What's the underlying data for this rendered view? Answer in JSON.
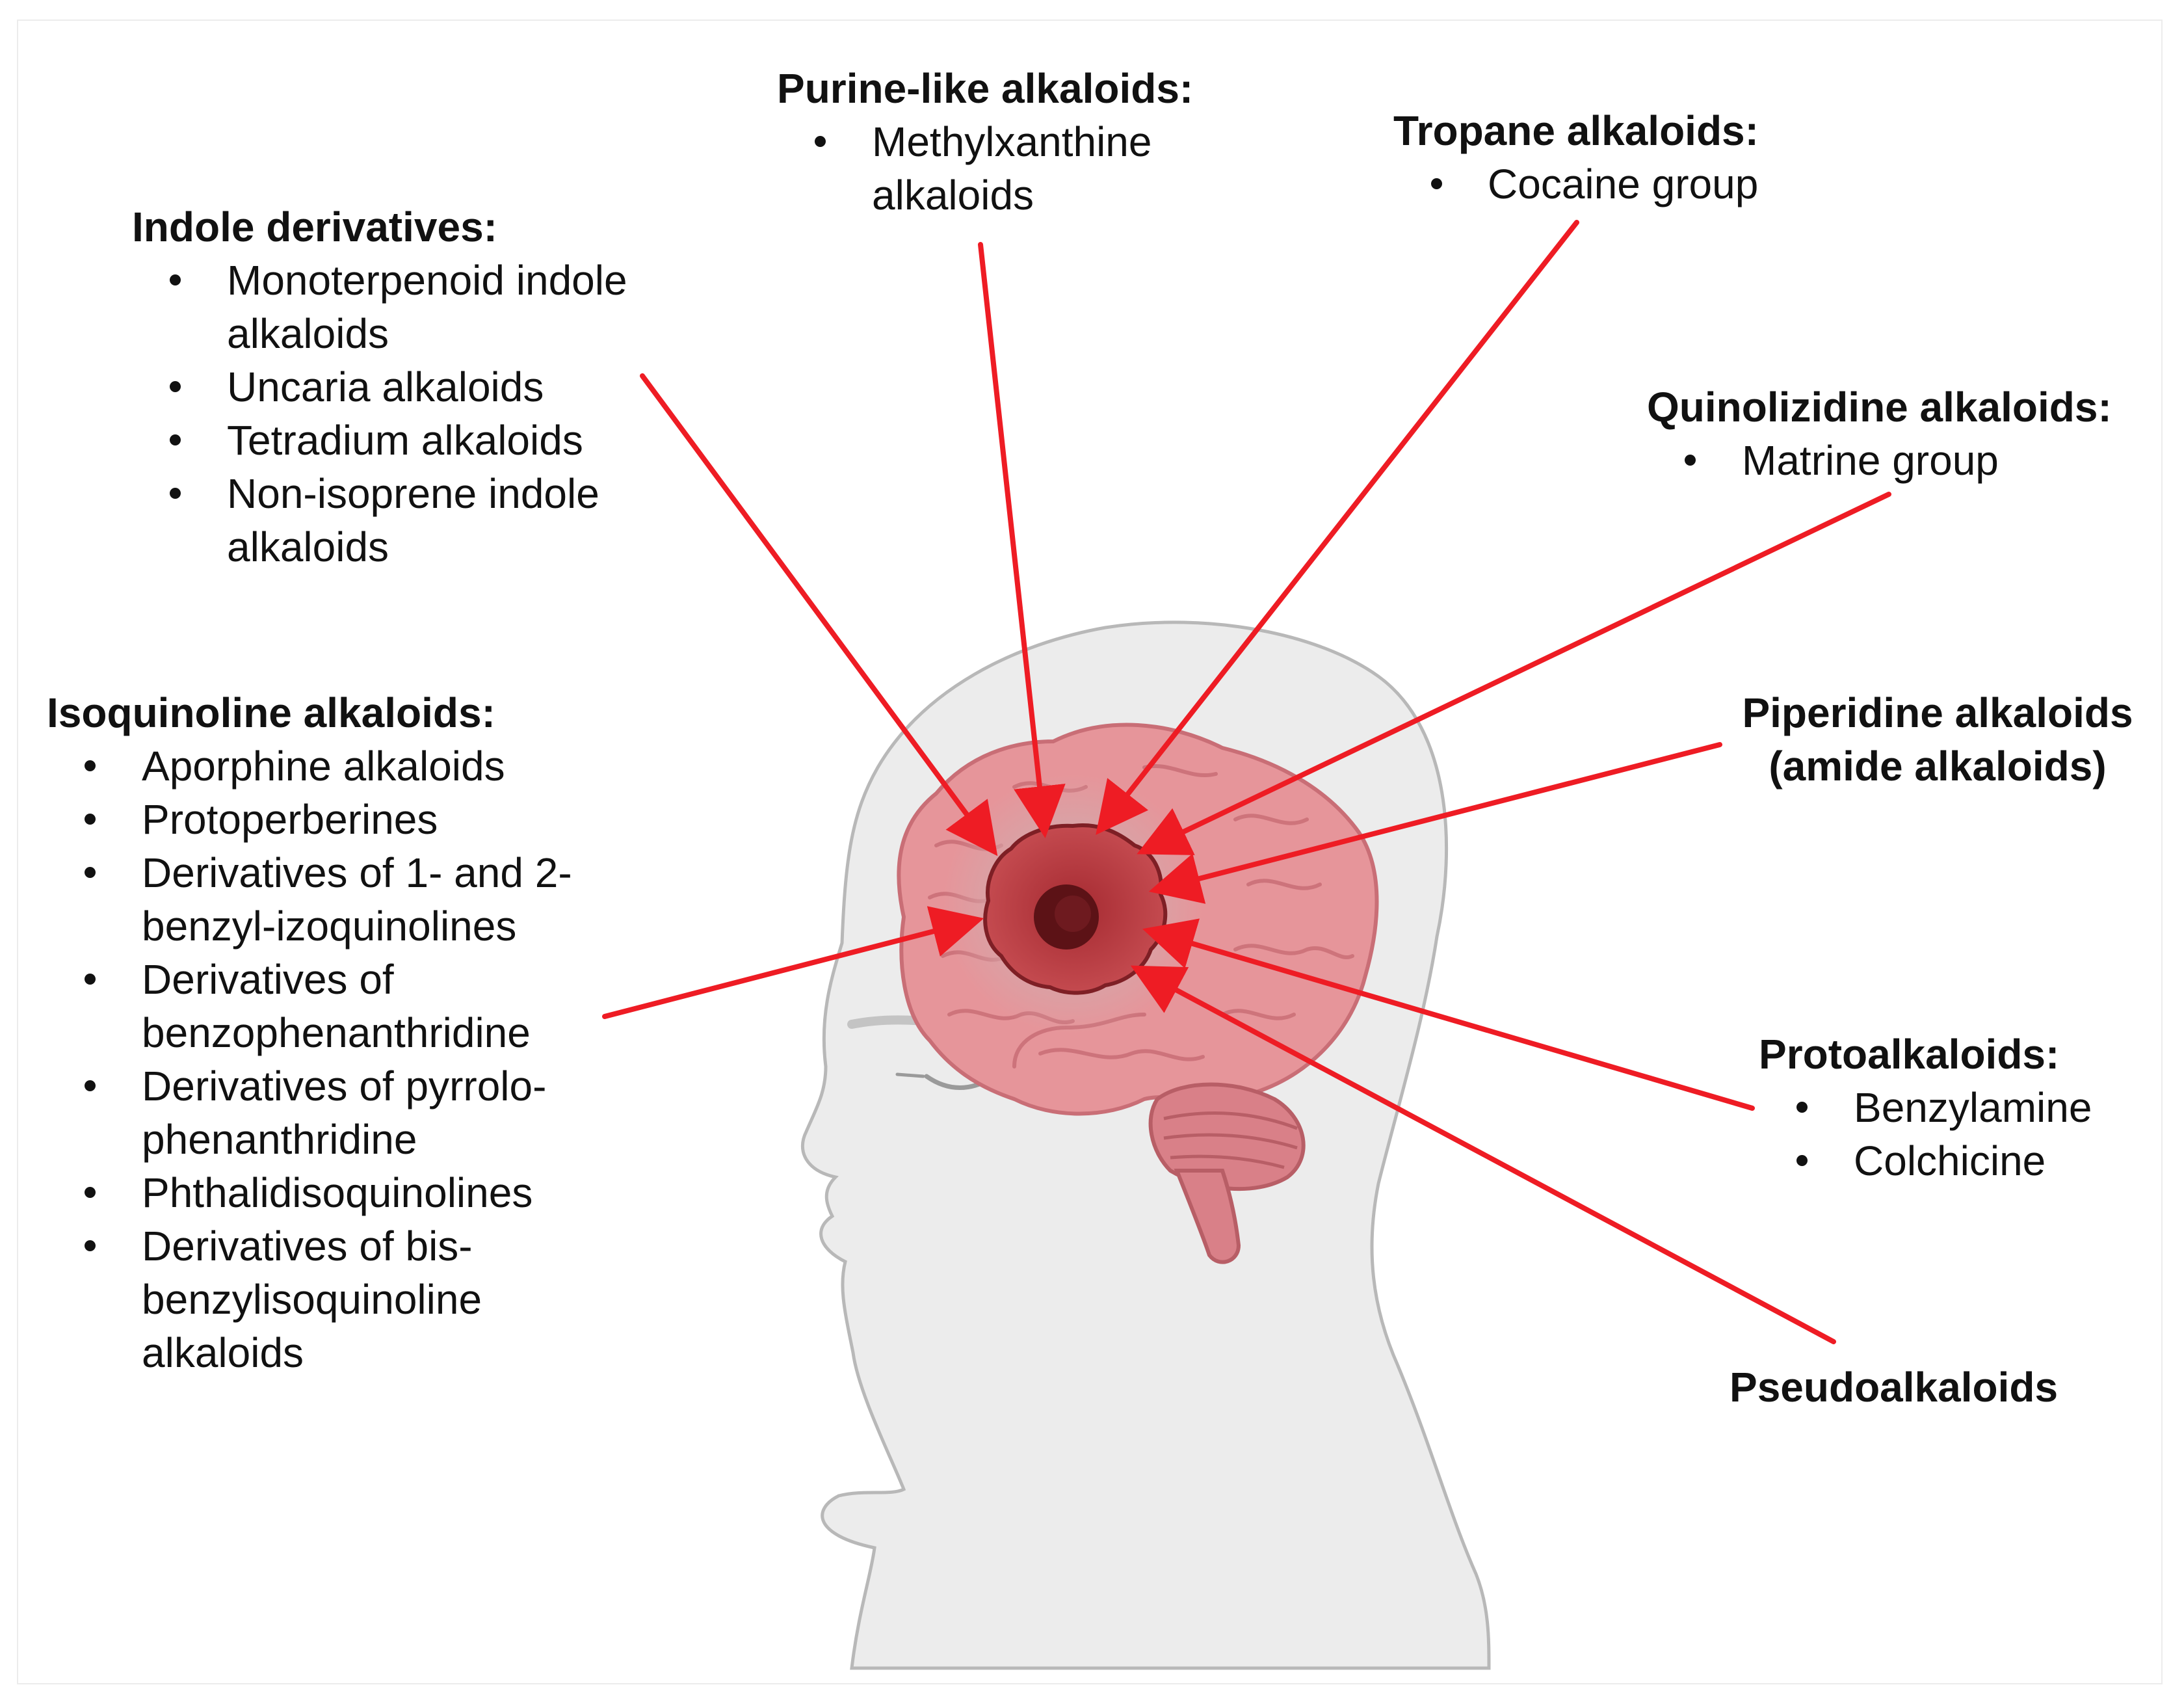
{
  "groups": [
    {
      "id": "purine",
      "title": "Purine-like alkaloids:",
      "items": [
        [
          "Methylxanthine",
          "alkaloids"
        ]
      ]
    },
    {
      "id": "tropane",
      "title": "Tropane alkaloids:",
      "items": [
        [
          "Cocaine group"
        ]
      ]
    },
    {
      "id": "indole",
      "title": "Indole derivatives:",
      "items": [
        [
          "Monoterpenoid indole",
          "alkaloids"
        ],
        [
          "Uncaria alkaloids"
        ],
        [
          "Tetradium alkaloids"
        ],
        [
          "Non-isoprene indole",
          "alkaloids"
        ]
      ]
    },
    {
      "id": "quinolizidine",
      "title": "Quinolizidine alkaloids:",
      "items": [
        [
          "Matrine group"
        ]
      ]
    },
    {
      "id": "isoquinoline",
      "title": "Isoquinoline alkaloids:",
      "items": [
        [
          "Aporphine alkaloids"
        ],
        [
          "Protoperberines"
        ],
        [
          "Derivatives of 1- and 2-",
          "benzyl-izoquinolines"
        ],
        [
          "Derivatives of",
          "benzophenanthridine"
        ],
        [
          "Derivatives of pyrrolo-",
          "phenanthridine"
        ],
        [
          "Phthalidisoquinolines"
        ],
        [
          "Derivatives of bis-",
          "benzylisoquinoline",
          "alkaloids"
        ]
      ]
    },
    {
      "id": "piperidine",
      "title": "Piperidine alkaloids",
      "title2": "(amide alkaloids)",
      "items": []
    },
    {
      "id": "protoalkaloids",
      "title": "Protoalkaloids:",
      "items": [
        [
          "Benzylamine"
        ],
        [
          "Colchicine"
        ]
      ]
    },
    {
      "id": "pseudoalkaloids",
      "title": "Pseudoalkaloids",
      "items": []
    }
  ],
  "colors": {
    "arrow": "#ee1c24",
    "head_fill": "#ececec",
    "head_outline": "#b8b8b8",
    "brain": "#e6959a",
    "brain_dark": "#c96e76",
    "cerebellum": "#d98088",
    "tumor": "#b7343a",
    "tumor_core": "#5c1216"
  },
  "icons": {
    "arrows": "red-arrow",
    "head": "human-head-profile",
    "brain": "brain-icon",
    "tumor": "brain-tumor-icon"
  }
}
